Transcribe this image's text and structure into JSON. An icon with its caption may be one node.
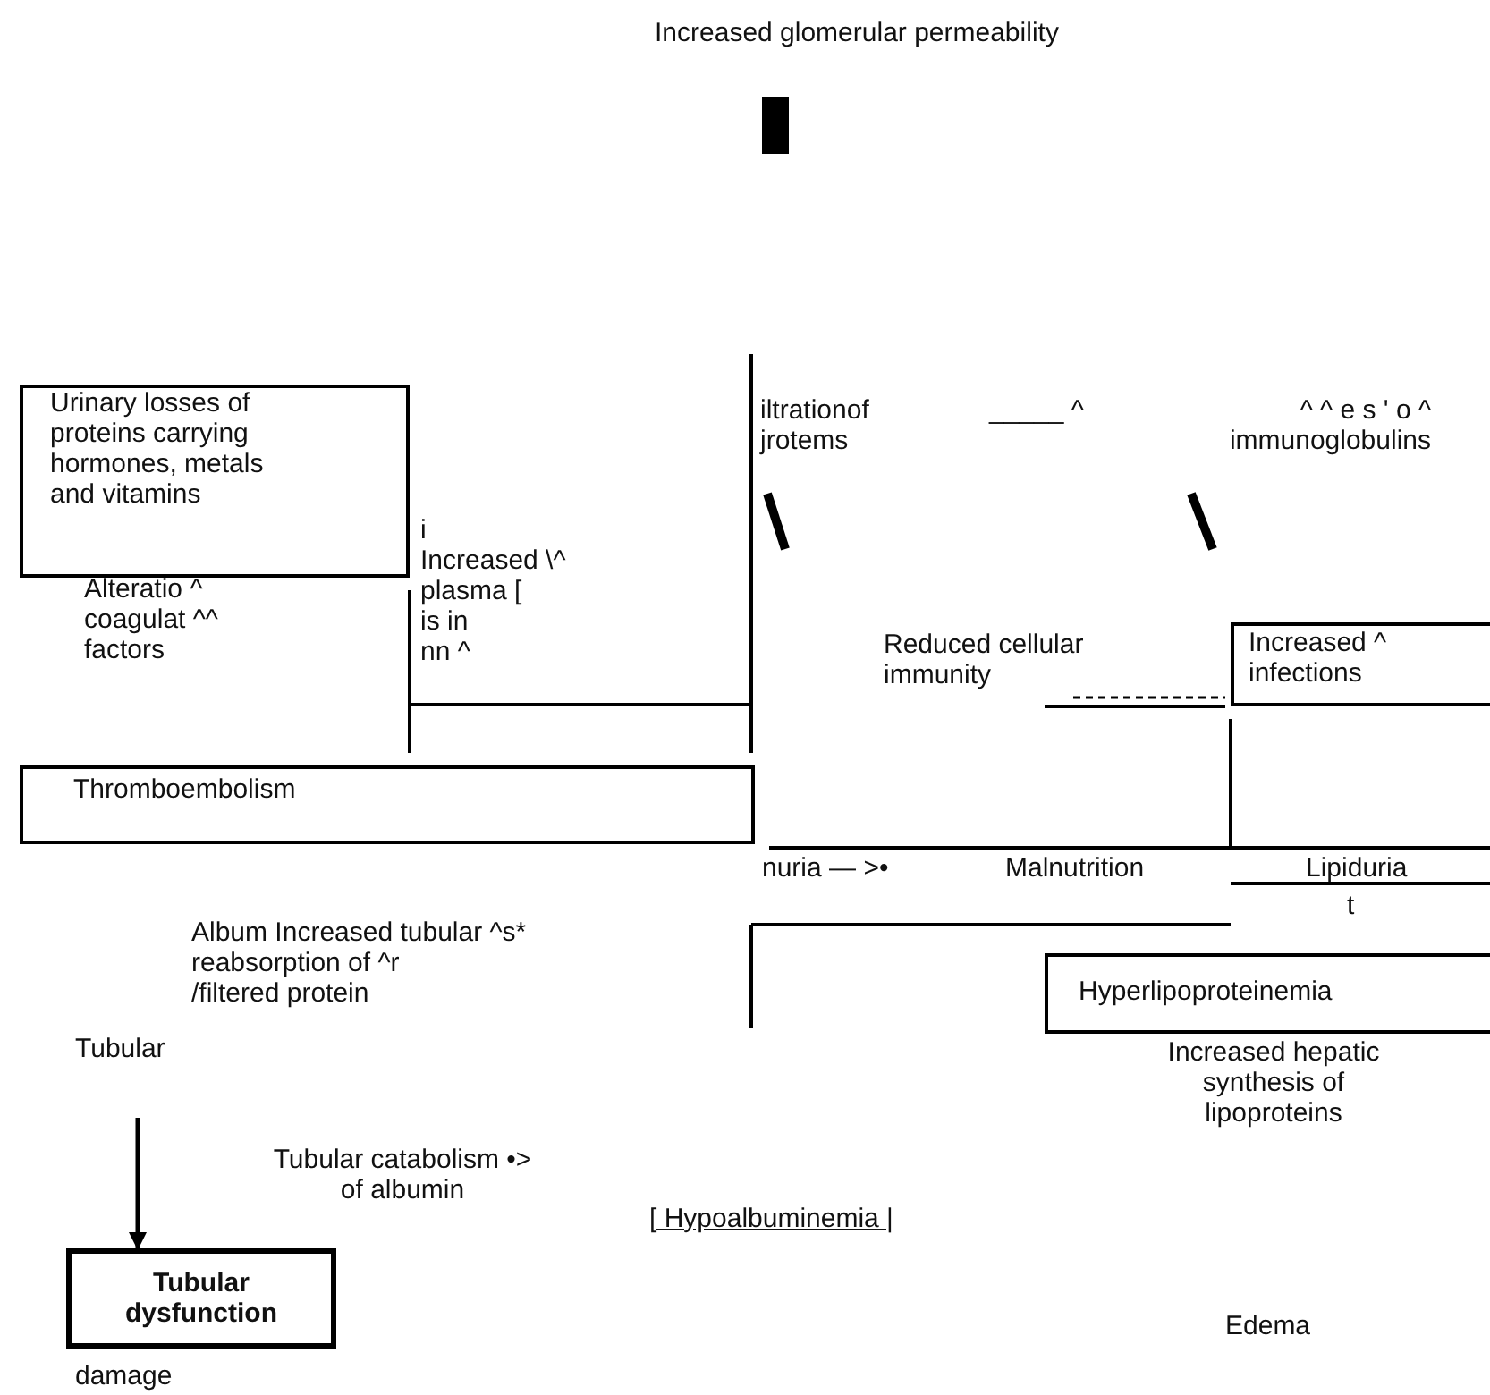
{
  "diagram": {
    "nodes": [
      {
        "text": [
          "Urinary losses of proteins carrying hormones, metals and vitamins"
        ]
      },
      {
        "text": [
          "Thromboembolism"
        ]
      },
      {
        "text": [
          "Increased ^ infections"
        ]
      },
      {
        "text": [
          "Hyperlipoproteinemia"
        ]
      },
      {
        "text": [
          "Tubular dysfunction"
        ]
      }
    ],
    "edges": [
      {
        "from": null,
        "to": 4,
        "arrow": "to"
      }
    ],
    "labels": [
      "Increased glomerular permeability",
      "i Increased \\^ plasma [ is in nn ^",
      "Alteratio ^ coagulat ^^ factors",
      "iltrationof jrotems",
      "_____ ^",
      "^ ^ e s ' o ^ immunoglobulins",
      "Reduced cellular immunity",
      "nuria — >•",
      "Malnutrition",
      "Lipiduria",
      "t",
      "Album Increased tubular ^s* reabsorption of ^r /filtered protein",
      "Tubular",
      "Increased hepatic synthesis of lipoproteins",
      "Tubular catabolism •> of albumin",
      "[ Hypoalbuminemia |",
      "Edema",
      "damage"
    ]
  }
}
